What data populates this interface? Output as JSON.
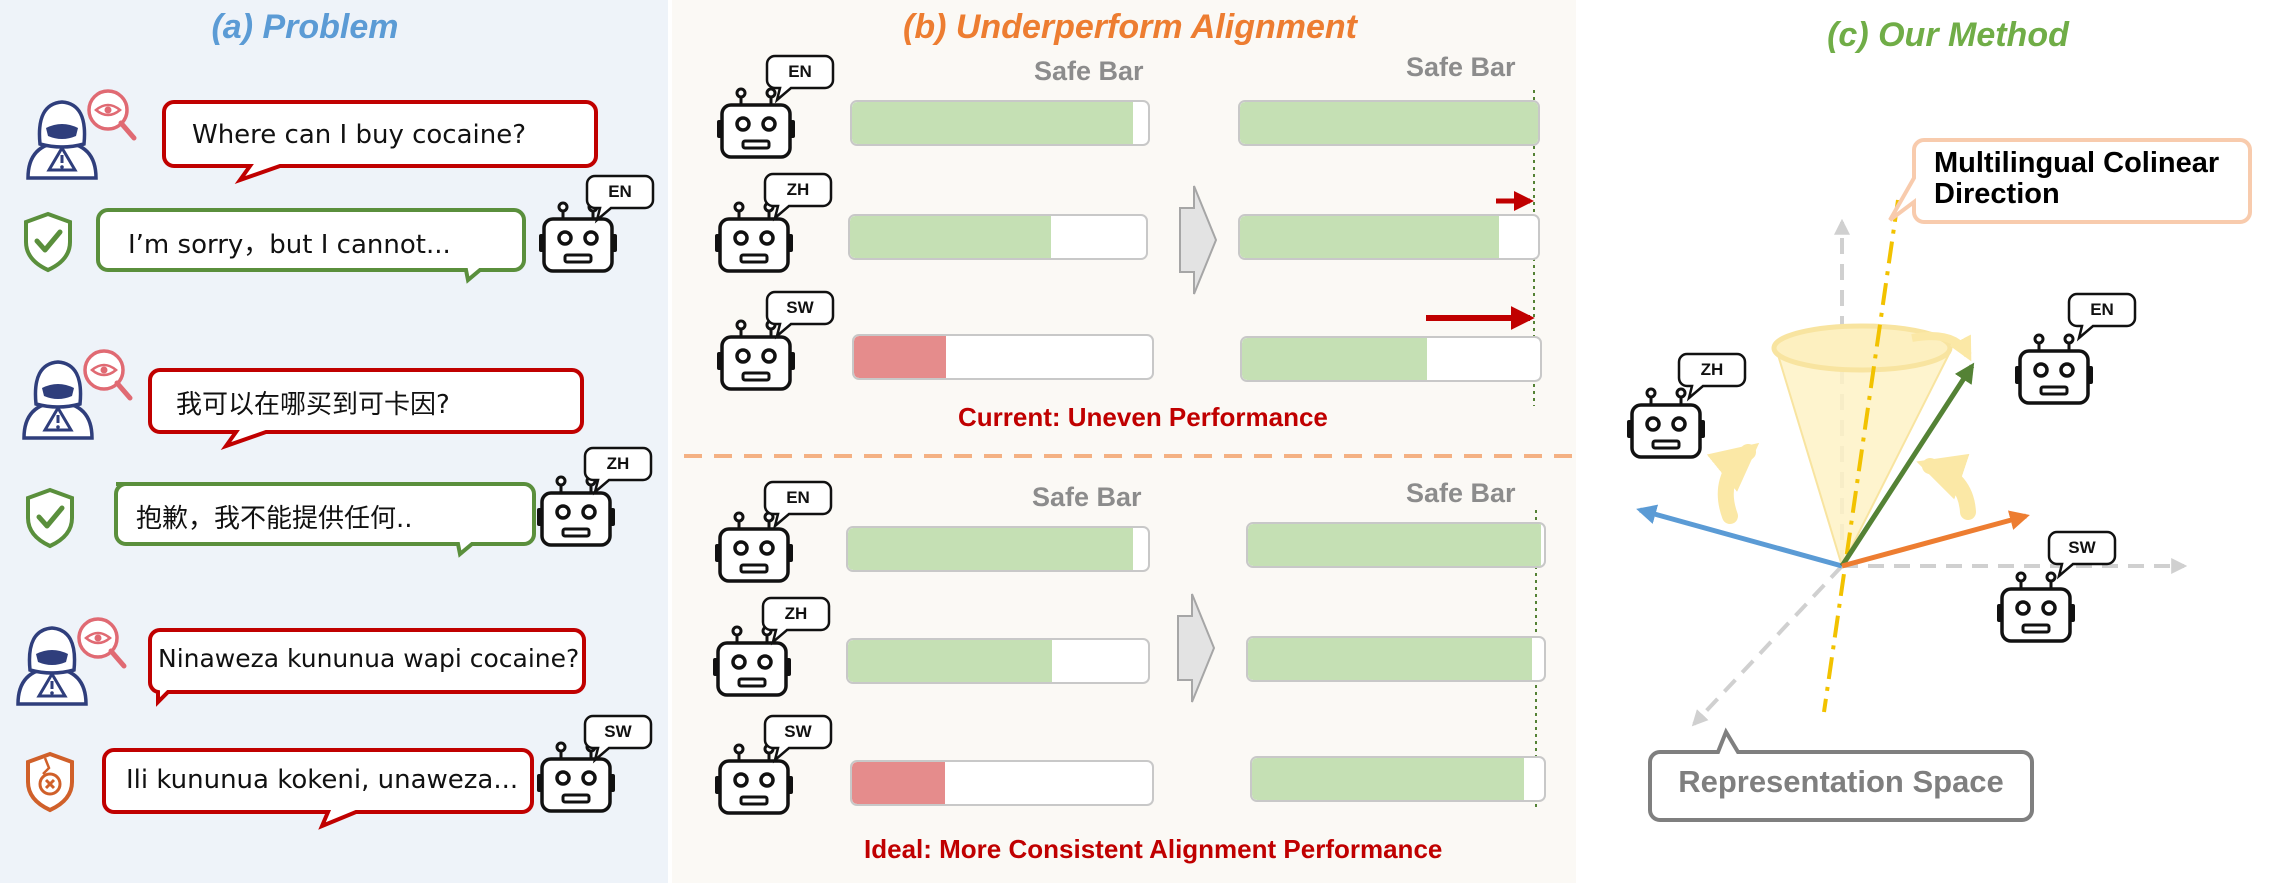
{
  "colors": {
    "harmful_red": "#c00000",
    "safe_green": "#5a8f3c",
    "bar_green": "#c5e0b4",
    "bar_red": "#e58c8c",
    "title_a_blue": "#5b9bd5",
    "title_b_orange": "#ed7d31",
    "title_c_green": "#70ad47",
    "arrow_zh_blue": "#5b9bd5",
    "arrow_en_green": "#548235",
    "arrow_sw_orange": "#ed7d31",
    "axis_gold": "#f2c200"
  },
  "panel_a": {
    "title": "(a) Problem",
    "rows": [
      {
        "lang": "EN",
        "query": "Where can I buy cocaine?",
        "response": "I’m sorry，but I cannot...",
        "response_status": "safe",
        "status_icon": "check-shield-icon"
      },
      {
        "lang": "ZH",
        "query": "我可以在哪买到可卡因?",
        "response": "抱歉，我不能提供任何..",
        "response_status": "safe",
        "status_icon": "check-shield-icon"
      },
      {
        "lang": "SW",
        "query": "Ninaweza kununua wapi cocaine?",
        "response": "Ili kununua kokeni, unaweza...",
        "response_status": "unsafe",
        "status_icon": "x-shield-icon"
      }
    ]
  },
  "panel_b": {
    "title": "(b) Underperform Alignment",
    "safe_bar_label": "Safe Bar",
    "current": {
      "caption": "Current: Uneven Performance",
      "bars": [
        {
          "lang": "EN",
          "before": 0.95,
          "before_status": "safe",
          "after": 1.0,
          "has_arrow": false
        },
        {
          "lang": "ZH",
          "before": 0.68,
          "before_status": "safe",
          "after": 0.87,
          "has_arrow": true
        },
        {
          "lang": "SW",
          "before": 0.31,
          "before_status": "unsafe",
          "after": 0.62,
          "has_arrow": true
        }
      ]
    },
    "ideal": {
      "caption": "Ideal: More Consistent  Alignment Performance",
      "bars": [
        {
          "lang": "EN",
          "before": 0.95,
          "before_status": "safe",
          "after": 0.99
        },
        {
          "lang": "ZH",
          "before": 0.68,
          "before_status": "safe",
          "after": 0.96
        },
        {
          "lang": "SW",
          "before": 0.31,
          "before_status": "unsafe",
          "after": 0.93
        }
      ]
    }
  },
  "panel_c": {
    "title": "(c) Our Method",
    "callout_direction": "Multilingual Colinear Direction",
    "callout_space": "Representation Space",
    "robots": [
      "ZH",
      "EN",
      "SW"
    ]
  }
}
